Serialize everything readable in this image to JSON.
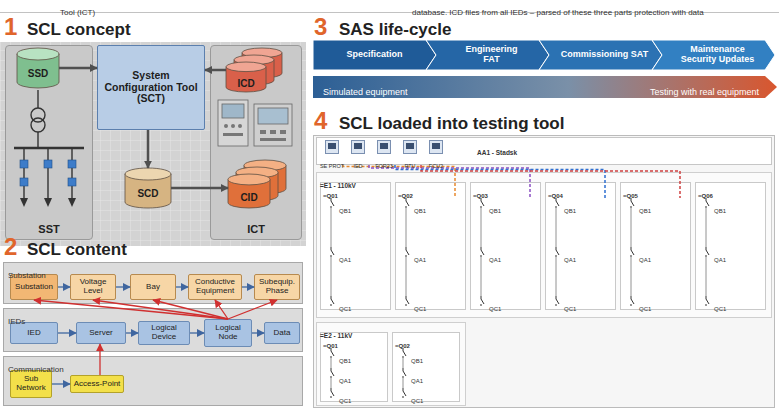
{
  "diagram": {
    "nodes": [
      {
        "text": [
          "SST"
        ]
      },
      {
        "text": [
          "SSD"
        ],
        "in": 0
      },
      {
        "text": [
          "System Configuration Tool (SCT)"
        ]
      },
      {
        "text": [
          "SCD"
        ]
      },
      {
        "text": [
          "ICT"
        ]
      },
      {
        "text": [
          "ICD"
        ],
        "in": 4
      },
      {
        "text": [
          "CID"
        ],
        "in": 4
      },
      {
        "text": [
          "Substation"
        ]
      },
      {
        "text": [
          "Substation"
        ],
        "in": 7
      },
      {
        "text": [
          "Voltage Level"
        ],
        "in": 7
      },
      {
        "text": [
          "Bay"
        ],
        "in": 7
      },
      {
        "text": [
          "Conductive Equipment"
        ],
        "in": 7
      },
      {
        "text": [
          "Subequip. Phase"
        ],
        "in": 7
      },
      {
        "text": [
          "IEDs"
        ]
      },
      {
        "text": [
          "IED"
        ],
        "in": 13
      },
      {
        "text": [
          "Server"
        ],
        "in": 13
      },
      {
        "text": [
          "Logical Device"
        ],
        "in": 13
      },
      {
        "text": [
          "Logical Node"
        ],
        "in": 13
      },
      {
        "text": [
          "Data"
        ],
        "in": 13
      },
      {
        "text": [
          "Communication"
        ]
      },
      {
        "text": [
          "Sub Network"
        ],
        "in": 19
      },
      {
        "text": [
          "Access-Point"
        ],
        "in": 19
      },
      {
        "text": [
          "Specification"
        ]
      },
      {
        "text": [
          "Engineering FAT"
        ]
      },
      {
        "text": [
          "Commissioning SAT"
        ]
      },
      {
        "text": [
          "Maintenance Security Updates"
        ]
      },
      {
        "text": [
          "Simulated equipment",
          "Testing with real equipment"
        ]
      },
      {
        "text": [
          "AA1 - Stadsk",
          "SE PROT",
          "IED",
          "FOR23",
          "RTU",
          "FCU2"
        ]
      },
      {
        "text": [
          "=E1 - 110kV"
        ]
      },
      {
        "text": [
          "=Q01",
          "QB1",
          "QA1",
          "QC1"
        ],
        "in": 28
      },
      {
        "text": [
          "=Q02",
          "QB1",
          "QA1",
          "QC1"
        ],
        "in": 28
      },
      {
        "text": [
          "=Q03",
          "QB1",
          "QA1",
          "QC1"
        ],
        "in": 28
      },
      {
        "text": [
          "=Q04",
          "QB1",
          "QA1",
          "QC1"
        ],
        "in": 28
      },
      {
        "text": [
          "=Q05",
          "QB1",
          "QA1",
          "QC1"
        ],
        "in": 28
      },
      {
        "text": [
          "=Q06",
          "QB1",
          "QA1",
          "QC1"
        ],
        "in": 28
      },
      {
        "text": [
          "=E2 - 11kV"
        ]
      },
      {
        "text": [
          "=Q01",
          "QB1",
          "QA1",
          "QC1"
        ],
        "in": 35
      },
      {
        "text": [
          "=Q02",
          "QB1",
          "QA1",
          "QC1"
        ],
        "in": 35
      }
    ],
    "edges": [
      {
        "from": 1,
        "to": 2,
        "arrow": "to"
      },
      {
        "from": 5,
        "to": 2,
        "arrow": "to"
      },
      {
        "from": 2,
        "to": 3,
        "arrow": "to"
      },
      {
        "from": 3,
        "to": 6,
        "arrow": "to"
      },
      {
        "from": 8,
        "to": 9,
        "arrow": "to"
      },
      {
        "from": 9,
        "to": 10,
        "arrow": "to"
      },
      {
        "from": 10,
        "to": 11,
        "arrow": "to"
      },
      {
        "from": 11,
        "to": 12,
        "arrow": "to"
      },
      {
        "from": 14,
        "to": 15,
        "arrow": "to"
      },
      {
        "from": 15,
        "to": 16,
        "arrow": "to"
      },
      {
        "from": 16,
        "to": 17,
        "arrow": "to"
      },
      {
        "from": 17,
        "to": 18,
        "arrow": "to"
      },
      {
        "from": 17,
        "to": 8,
        "arrow": "to"
      },
      {
        "from": 17,
        "to": 9,
        "arrow": "to"
      },
      {
        "from": 17,
        "to": 10,
        "arrow": "to"
      },
      {
        "from": 17,
        "to": 11,
        "arrow": "to"
      },
      {
        "from": 17,
        "to": 12,
        "arrow": "to"
      },
      {
        "from": 20,
        "to": 21,
        "arrow": "to"
      },
      {
        "from": 21,
        "to": 15,
        "arrow": "to"
      }
    ],
    "labels": [
      "Tool (ICT)",
      "database. ICD files from all IEDs – parsed of these three parts protection with data",
      "1",
      "SCL concept",
      "2",
      "SCL content",
      "3",
      "SAS life-cycle",
      "4",
      "SCL loaded into testing tool"
    ]
  }
}
